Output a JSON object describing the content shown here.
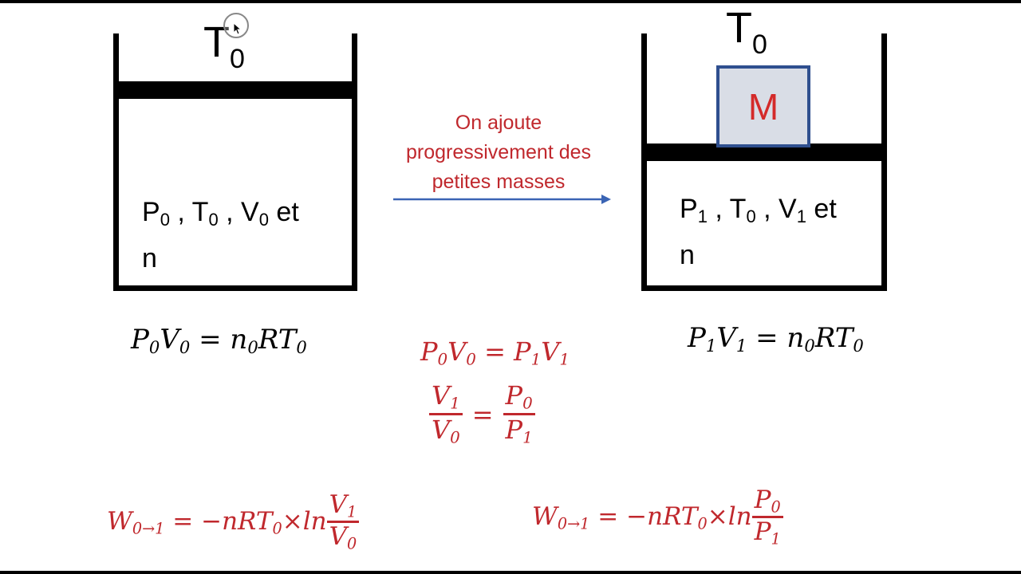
{
  "left_cylinder": {
    "temp_label": {
      "base": "T",
      "sub": "0"
    },
    "state": {
      "p": "P",
      "p_sub": "0",
      "sep1": " , ",
      "t": "T",
      "t_sub": "0",
      "sep2": " , ",
      "v": "V",
      "v_sub": "0",
      "tail": " et",
      "n": "n"
    }
  },
  "right_cylinder": {
    "temp_label": {
      "base": "T",
      "sub": "0"
    },
    "mass_label": "M",
    "state": {
      "p": "P",
      "p_sub": "1",
      "sep1": " , ",
      "t": "T",
      "t_sub": "0",
      "sep2": " , ",
      "v": "V",
      "v_sub": "1",
      "tail": " et",
      "n": "n"
    }
  },
  "arrow_caption": {
    "line1": "On ajoute",
    "line2": "progressivement des",
    "line3": "petites masses"
  },
  "equations": {
    "left": {
      "p": "P",
      "p_sub": "0",
      "v": "V",
      "v_sub": "0",
      "eq": " = ",
      "n": "n",
      "n_sub": "0",
      "rt": "RT",
      "t_sub": "0"
    },
    "right": {
      "p": "P",
      "p_sub": "1",
      "v": "V",
      "v_sub": "1",
      "eq": " = ",
      "n": "n",
      "n_sub": "0",
      "rt": "RT",
      "t_sub": "0"
    },
    "middle": {
      "p0": "P",
      "p0_sub": "0",
      "v0": "V",
      "v0_sub": "0",
      "eq": " = ",
      "p1": "P",
      "p1_sub": "1",
      "v1": "V",
      "v1_sub": "1"
    },
    "ratio": {
      "num_l": "V",
      "num_l_sub": "1",
      "den_l": "V",
      "den_l_sub": "0",
      "eq": "=",
      "num_r": "P",
      "num_r_sub": "0",
      "den_r": "P",
      "den_r_sub": "1"
    },
    "work_left": {
      "w": "W",
      "w_sub": "0→1",
      "rhs": " = −nRT",
      "t_sub": "0",
      "mult": "×ln",
      "num": "V",
      "num_sub": "1",
      "den": "V",
      "den_sub": "0"
    },
    "work_right": {
      "w": "W",
      "w_sub": "0→1",
      "rhs": " = −nRT",
      "t_sub": "0",
      "mult": "×ln",
      "num": "P",
      "num_sub": "0",
      "den": "P",
      "den_sub": "1"
    }
  },
  "colors": {
    "accent_red": "#c0282d",
    "arrow_blue": "#3a64b4",
    "mass_border": "#2f4f8f",
    "mass_fill": "#d9dde6"
  }
}
